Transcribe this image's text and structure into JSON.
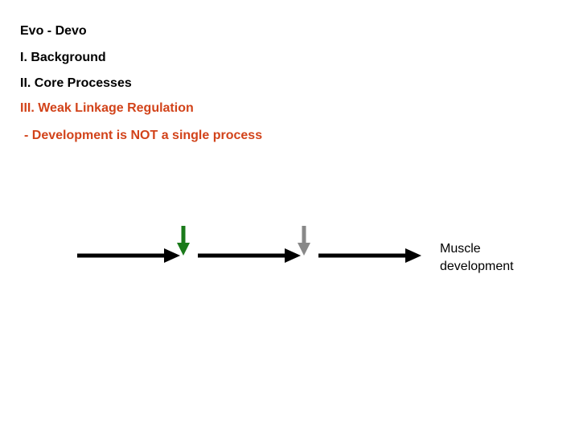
{
  "slide": {
    "title": "Evo - Devo",
    "outline": [
      "I. Background",
      "II. Core Processes",
      "III. Weak Linkage Regulation"
    ],
    "subpoint": "- Development is NOT a single process"
  },
  "diagram": {
    "endpoint_label_line1": "Muscle",
    "endpoint_label_line2": "development"
  },
  "colors": {
    "default_text": "#000000",
    "highlight_text": "#d2431a",
    "pathway_arrow": "#000000",
    "regulator_active": "#1a7a1a",
    "regulator_inactive": "#888888"
  }
}
